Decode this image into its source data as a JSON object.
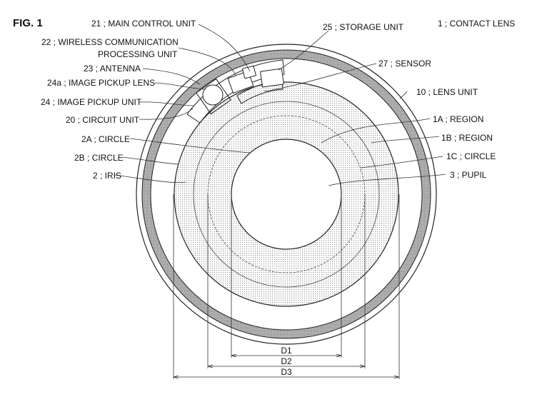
{
  "figure_title": "FIG. 1",
  "labels": {
    "contact_lens": "1 ; CONTACT LENS",
    "main_control_unit": "21 ; MAIN CONTROL UNIT",
    "wireless_1": "22 ; WIRELESS COMMUNICATION",
    "wireless_2": "PROCESSING UNIT",
    "antenna": "23 ; ANTENNA",
    "image_pickup_lens": "24a ; IMAGE PICKUP LENS",
    "image_pickup_unit": "24 ; IMAGE PICKUP UNIT",
    "circuit_unit": "20 ; CIRCUIT UNIT",
    "circle_2a": "2A ; CIRCLE",
    "circle_2b": "2B ; CIRCLE",
    "iris": "2 ; IRIS",
    "storage_unit": "25 ; STORAGE UNIT",
    "sensor": "27 ; SENSOR",
    "lens_unit": "10 ; LENS UNIT",
    "region_1a": "1A ; REGION",
    "region_1b": "1B ; REGION",
    "circle_1c": "1C ; CIRCLE",
    "pupil": "3 ; PUPIL"
  },
  "dimensions": {
    "d1": "D1",
    "d2": "D2",
    "d3": "D3"
  }
}
